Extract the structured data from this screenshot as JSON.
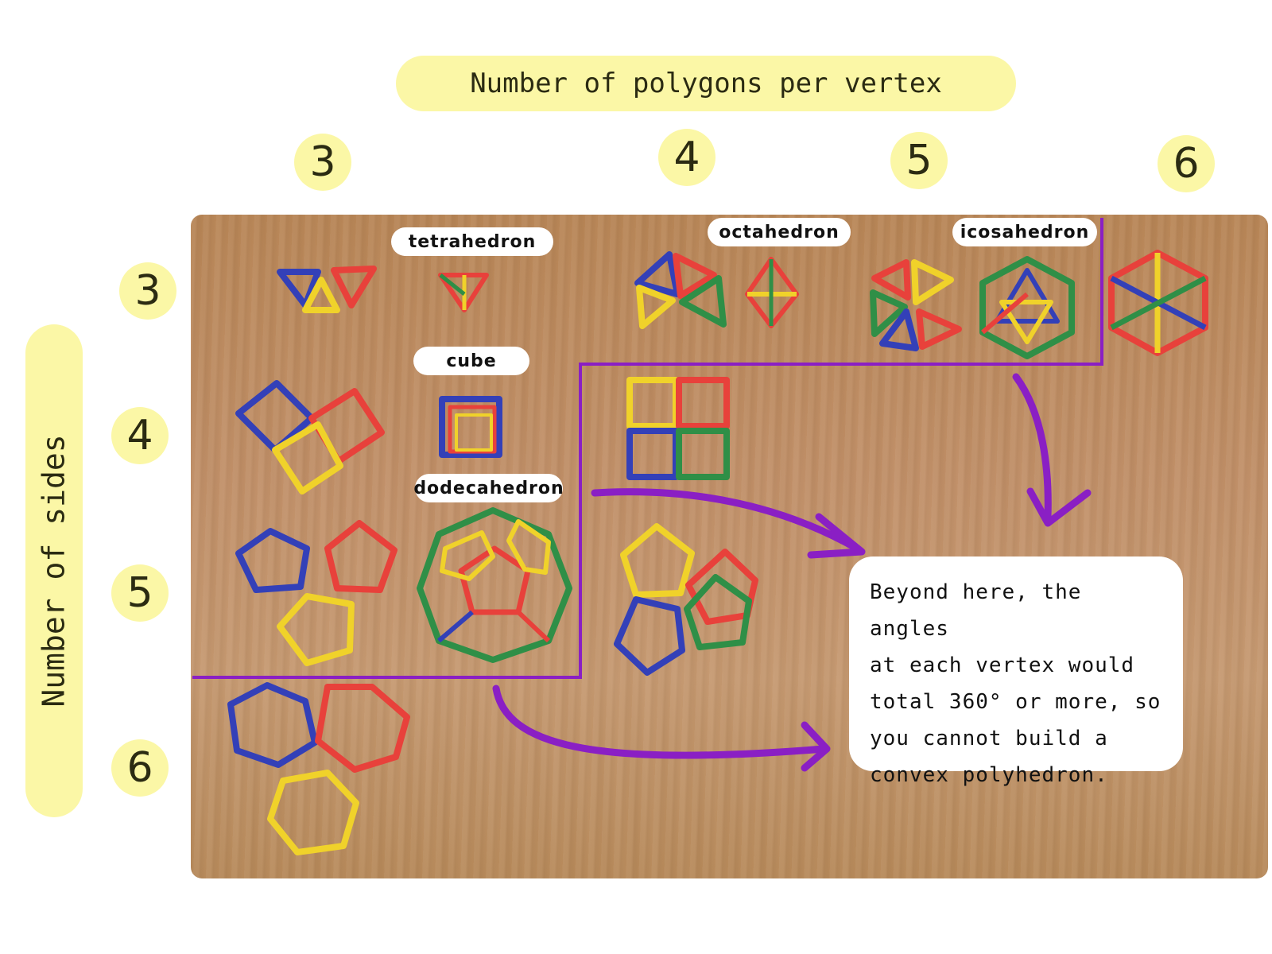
{
  "header": {
    "title": "Number of polygons per vertex"
  },
  "side": {
    "title": "Number of sides"
  },
  "columns": [
    "3",
    "4",
    "5",
    "6"
  ],
  "rows": [
    "3",
    "4",
    "5",
    "6"
  ],
  "labels": {
    "tetrahedron": "tetrahedron",
    "octahedron": "octahedron",
    "icosahedron": "icosahedron",
    "cube": "cube",
    "dodecahedron": "dodecahedron"
  },
  "note": {
    "lines": [
      "Beyond here, the angles",
      "at each vertex would",
      "total 360° or more, so",
      "you cannot build a",
      "convex polyhedron."
    ]
  },
  "colors": {
    "highlight": "#fbf7a6",
    "boundary": "#8a1fc4",
    "red": "#e8413b",
    "yellow": "#f0d22a",
    "blue": "#3340b8",
    "green": "#2f8f47"
  }
}
